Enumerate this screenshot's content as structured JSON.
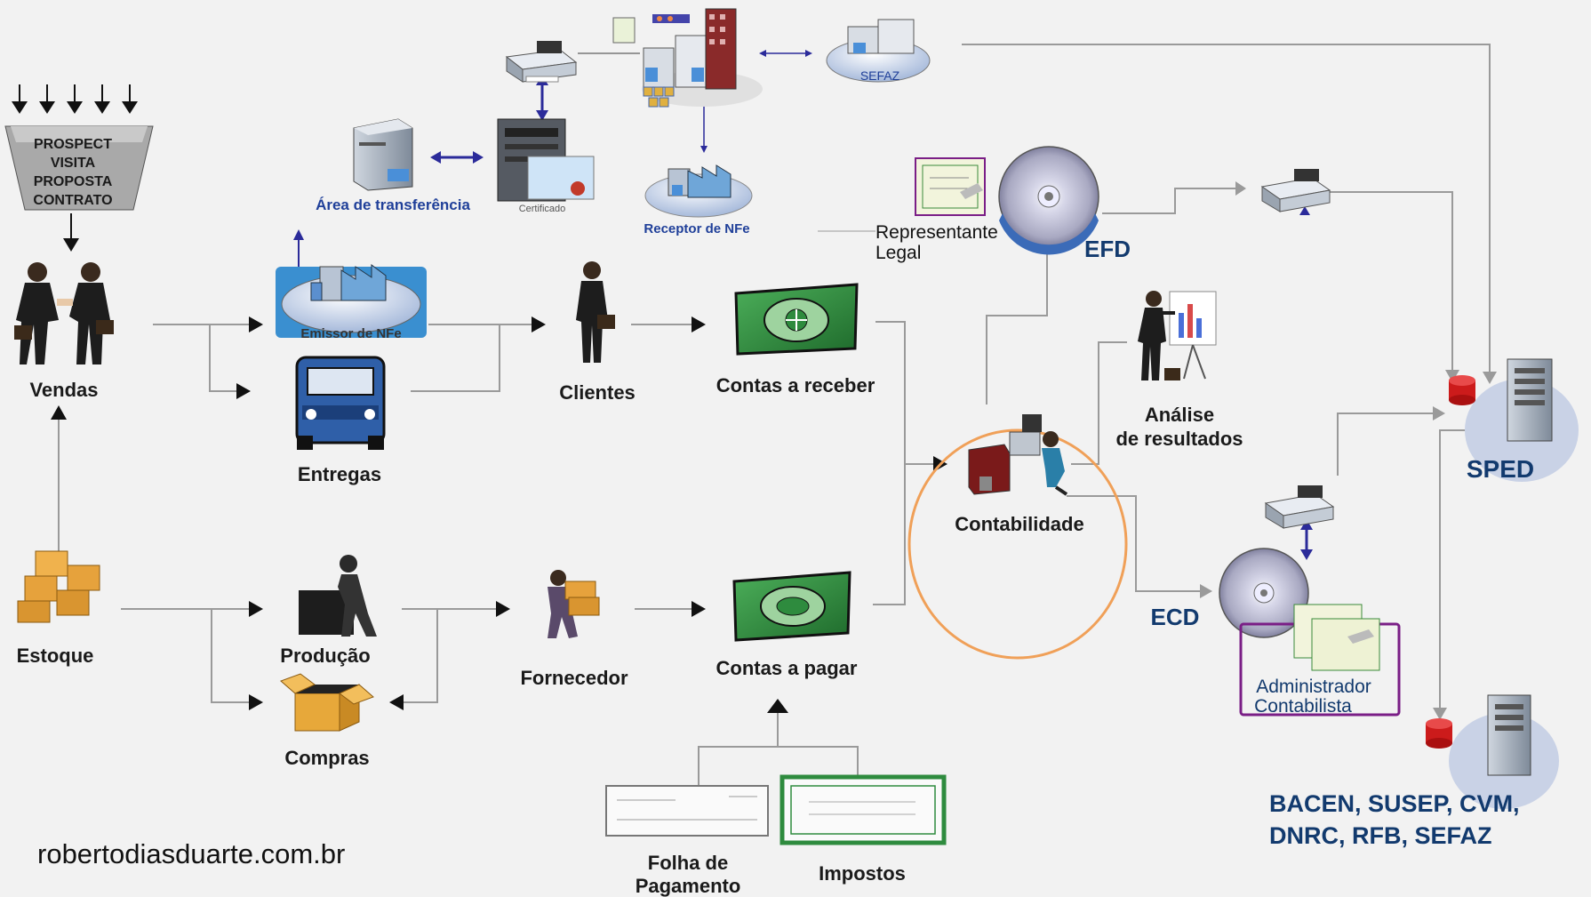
{
  "funnel": {
    "stages": [
      "PROSPECT",
      "VISITA",
      "PROPOSTA",
      "CONTRATO"
    ]
  },
  "nodes": {
    "vendas": "Vendas",
    "estoque": "Estoque",
    "entregas": "Entregas",
    "emissor_nfe": "Emissor de NFe",
    "producao": "Produção",
    "compras": "Compras",
    "clientes": "Clientes",
    "fornecedor": "Fornecedor",
    "contas_receber": "Contas a receber",
    "contas_pagar": "Contas a pagar",
    "folha_pagamento_line1": "Folha de",
    "folha_pagamento_line2": "Pagamento",
    "impostos": "Impostos",
    "contabilidade": "Contabilidade",
    "analise_line1": "Análise",
    "analise_line2": "de resultados",
    "area_transferencia": "Área de transferência",
    "certificado": "Certificado",
    "receptor_nfe": "Receptor de NFe",
    "sefaz_top": "SEFAZ",
    "representante_line1": "Representante",
    "representante_line2": "Legal",
    "efd": "EFD",
    "ecd": "ECD",
    "administrador_line1": "Administrador",
    "administrador_line2": "Contabilista",
    "sped": "SPED",
    "orgaos_line1": "BACEN, SUSEP, CVM,",
    "orgaos_line2": "DNRC, RFB, SEFAZ"
  },
  "website": "robertodiasduarte.com.br",
  "colors": {
    "highlight_circle": "#f0a058",
    "navy_text": "#123a6e",
    "money_green": "#2e8b3e",
    "certificate_border": "#7a1e86",
    "database_red": "#cc1b1b"
  },
  "icons": [
    "printer-icon",
    "server-icon",
    "factory-icon",
    "handshake-icon",
    "businessman-icon",
    "money-icon",
    "truck-icon",
    "boxes-icon",
    "worker-icon",
    "open-box-icon",
    "porter-icon",
    "form-icon",
    "office-worker-icon",
    "presenter-icon",
    "disc-icon",
    "certificate-icon",
    "database-icon",
    "city-icon"
  ]
}
